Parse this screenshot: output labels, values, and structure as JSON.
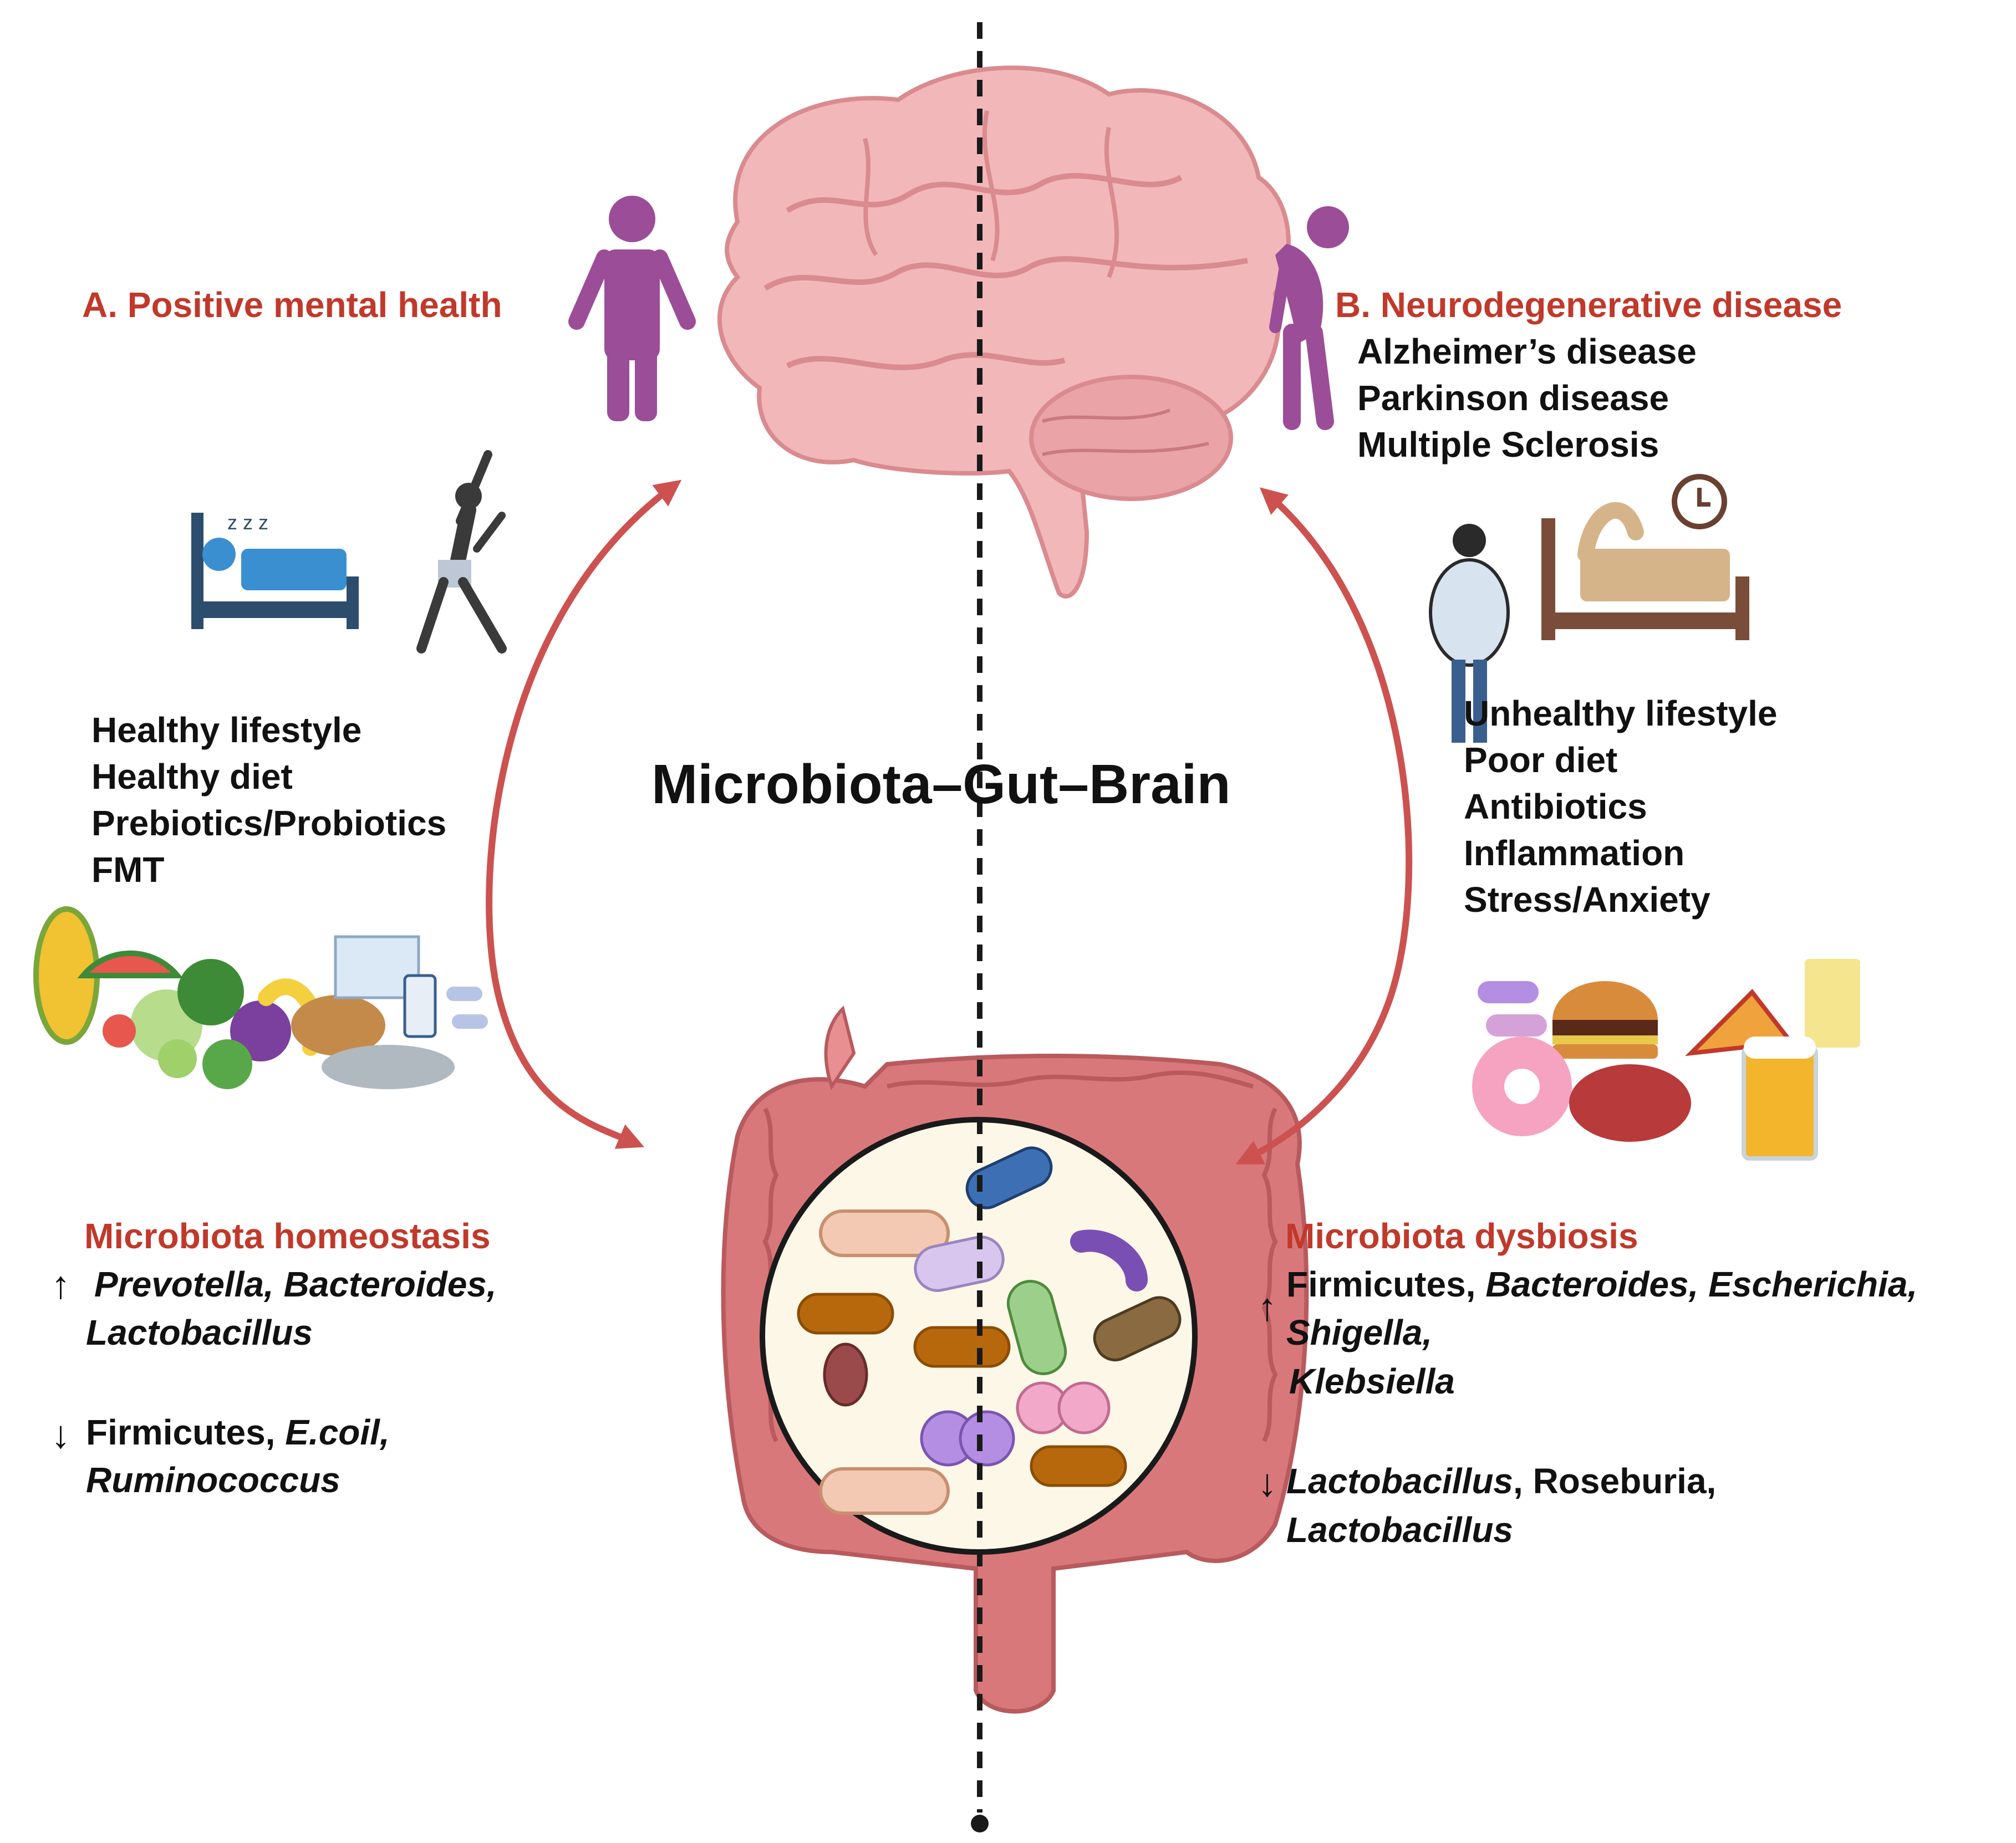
{
  "title": "Microbiota–Gut–Brain",
  "colors": {
    "accent": "#c0392b",
    "brain": "#f2b7b9",
    "gut": "#d9787a",
    "person": "#9c4d97"
  },
  "left": {
    "heading": "A. Positive mental health",
    "factors": [
      "Healthy lifestyle",
      "Healthy diet",
      "Prebiotics/Probiotics",
      "FMT"
    ],
    "microbiota_heading": "Microbiota homeostasis",
    "up": {
      "line1": "Prevotella, Bacteroides,",
      "line2": "Lactobacillus"
    },
    "down": {
      "line1_prefix": "Firmicutes, ",
      "line1_italic": "E.coil,",
      "line2": "Ruminococcus"
    }
  },
  "right": {
    "heading": "B. Neurodegenerative disease",
    "diseases": [
      "Alzheimer’s disease",
      "Parkinson disease",
      "Multiple Sclerosis"
    ],
    "factors": [
      "Unhealthy lifestyle",
      "Poor diet",
      "Antibiotics",
      "Inflammation",
      "Stress/Anxiety"
    ],
    "microbiota_heading": "Microbiota dysbiosis",
    "up": {
      "line1_prefix": "Firmicutes, ",
      "line1_italic": "Bacteroides, Escherichia,",
      "line2": "Shigella,",
      "line3": "Klebsiella"
    },
    "down": {
      "line1_italic": "Lactobacillus",
      "line1_suffix": ", Roseburia,",
      "line2": "Lactobacillus"
    }
  },
  "icons": [
    "brain-icon",
    "gut-icon",
    "bacteria-circle-icon",
    "healthy-person-icon",
    "elderly-person-icon",
    "sleeping-bed-icon",
    "exercise-person-icon",
    "healthy-food-icon",
    "obese-person-icon",
    "unhealthy-bed-icon",
    "clock-icon",
    "junk-food-icon"
  ]
}
